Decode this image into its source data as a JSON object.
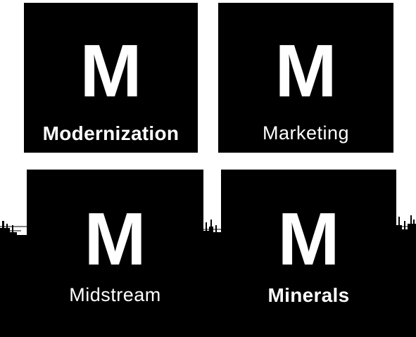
{
  "tiles": [
    {
      "letter": "M",
      "label": "Modernization"
    },
    {
      "letter": "M",
      "label": "Marketing"
    },
    {
      "letter": "M",
      "label": "Midstream"
    },
    {
      "letter": "M",
      "label": "Minerals"
    }
  ],
  "colors": {
    "tile_background": "#000000",
    "tile_text": "#ffffff",
    "page_background": "#ffffff"
  }
}
